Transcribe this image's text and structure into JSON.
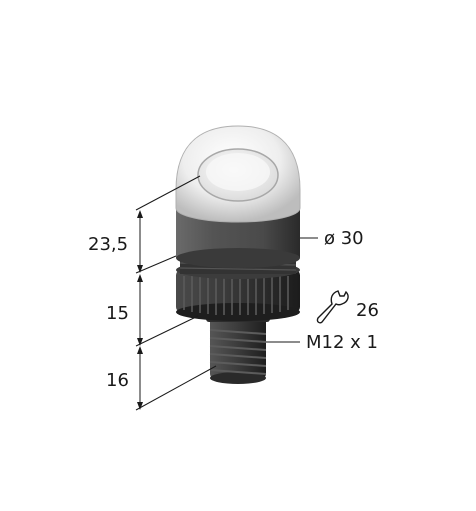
{
  "dimensions": {
    "height_top": "23,5",
    "height_mid": "15",
    "height_bottom": "16",
    "diameter": "ø 30",
    "wrench_size": "26",
    "thread": "M12 x 1"
  },
  "icons": {
    "wrench": "wrench-icon"
  },
  "colors": {
    "dome_light": "#f2f2f2",
    "dome_shadow": "#c8c8c8",
    "body_dark": "#4a4a4a",
    "nut_dark": "#2e2e2e",
    "connector": "#3a3a3a",
    "line": "#1a1a1a"
  }
}
